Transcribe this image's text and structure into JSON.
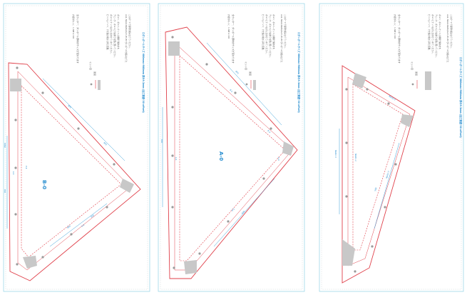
{
  "colors": {
    "cut_line": "#e0404a",
    "dim_line": "#3aa0d8",
    "hole": "#9a9a9a",
    "overlap": "#c8c8c8",
    "sheet_border": "#9fd8e8",
    "text_blue": "#2a8fd0",
    "text_dark": "#555555"
  },
  "sheets": [
    {
      "id": "b0",
      "part_label": "B-0",
      "sheet_title": "ロダンボールサイズ 600mm×900mm 厚み9.3mm (加工範囲-30 offset)",
      "legend": {
        "hole_note": "穴径ボルト：1.8Ø L=40",
        "cut_note": "全カッター：ダンボール部材のサイズが変わります",
        "fold_note": "ミシン目",
        "color_note": "塗装",
        "instructions": [
          "ピンジョイント：穴を板の端から同じ距離。",
          "ボルトとナットは穴に合わせて入れてください。",
          "チェック：ボルトと穴は揃う位置に置いてください。",
          "ボルト：ボルト→ナットの順番で締めます。",
          "AA2, NGA2-NGB2/AA3, B1-B3 ダンボールを組み立てた",
          "このボードで表現を組み立ててください。"
        ]
      },
      "dims": [
        "800",
        "800",
        "8090",
        "800",
        "800",
        "500",
        "A-1",
        "A-2",
        "P-4"
      ]
    },
    {
      "id": "a0",
      "part_label": "A-0",
      "sheet_title": "ロダンボールサイズ 600mm×900mm 厚み9.3mm (加工範囲-30 offset)",
      "legend": {
        "hole_note": "穴径ボルト：1.8Ø L=40",
        "cut_note": "全カッター：ダンボール部材のサイズが変わります",
        "fold_note": "ミシン目",
        "color_note": "塗装",
        "instructions": [
          "ピンジョイント：穴を板の端から同じ距離。",
          "ボルトとナットは穴に合わせて入れてください。",
          "チェック：ボルトと穴は揃う位置に置いてください。",
          "ボルト：ボルト→ナットの順番で締めます。",
          "AA2, NGA2-NGB2/AA3, B1-B3 ダンボールを組み立てた",
          "このボードで表現を組み立ててください。"
        ]
      },
      "dims": [
        "800",
        "800",
        "800",
        "B-1",
        "B-3",
        "A-4",
        "B-2",
        "A-1"
      ]
    },
    {
      "id": "c0",
      "part_label": "",
      "sheet_title": "ロダンボールサイズ 600mm×900mm 厚み9.3mm (加工範囲-30 offset)",
      "legend": {
        "hole_note": "穴径ボルト：1.8Ø L=40",
        "cut_note": "全カッター：ダンボール部材のサイズが変わります",
        "fold_note": "ミシン目",
        "color_note": "塗装",
        "instructions": [
          "ピンジョイント：穴を板の端から同じ距離。",
          "ボルトとナットは穴に合わせて入れてください。",
          "チェック：ボルトと穴は揃う位置に置いてください。",
          "ボルト：ボルト→ナットの順番で締めます。",
          "AA2, NGA2-NGB2/AA3, B1-B3 ダンボールを組み立てた",
          "このボードで表現を組み立ててください。"
        ]
      },
      "dims": [
        "NGA2-2",
        "NGB2-2",
        "NGA2-3",
        "NGB2-3",
        "500"
      ]
    }
  ]
}
